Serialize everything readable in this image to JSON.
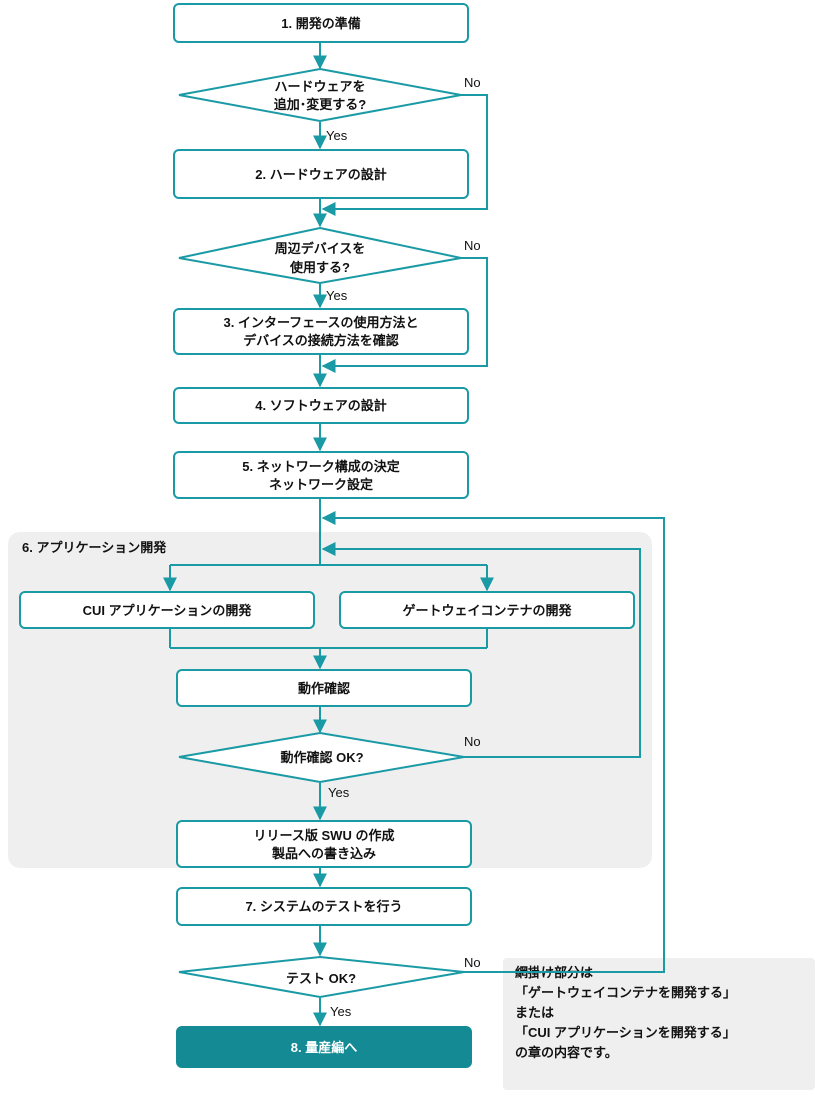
{
  "steps": {
    "s1": "1. 開発の準備",
    "s2": "2. ハードウェアの設計",
    "s3": [
      "3. インターフェースの使用方法と",
      "デバイスの接続方法を確認"
    ],
    "s4": "4. ソフトウェアの設計",
    "s5": [
      "5. ネットワーク構成の決定",
      "ネットワーク設定"
    ],
    "s6_title": "6. アプリケーション開発",
    "s6_cui": "CUI アプリケーションの開発",
    "s6_gw": "ゲートウェイコンテナの開発",
    "s6_check": "動作確認",
    "s6_release": [
      "リリース版 SWU の作成",
      "製品への書き込み"
    ],
    "s7": "7. システムのテストを行う",
    "s8": "8. 量産編へ"
  },
  "decisions": {
    "d1": [
      "ハードウェアを",
      "追加･変更する?"
    ],
    "d2": [
      "周辺デバイスを",
      "使用する?"
    ],
    "d3": "動作確認 OK?",
    "d4": "テスト OK?"
  },
  "branch_labels": {
    "yes": "Yes",
    "no": "No"
  },
  "note": [
    "網掛け部分は",
    "「ゲートウェイコンテナを開発する」",
    "または",
    "「CUI アプリケーションを開発する」",
    "の章の内容です。"
  ],
  "colors": {
    "accent": "#1a9aa5",
    "final_fill": "#138a94",
    "shade": "#efefef"
  }
}
